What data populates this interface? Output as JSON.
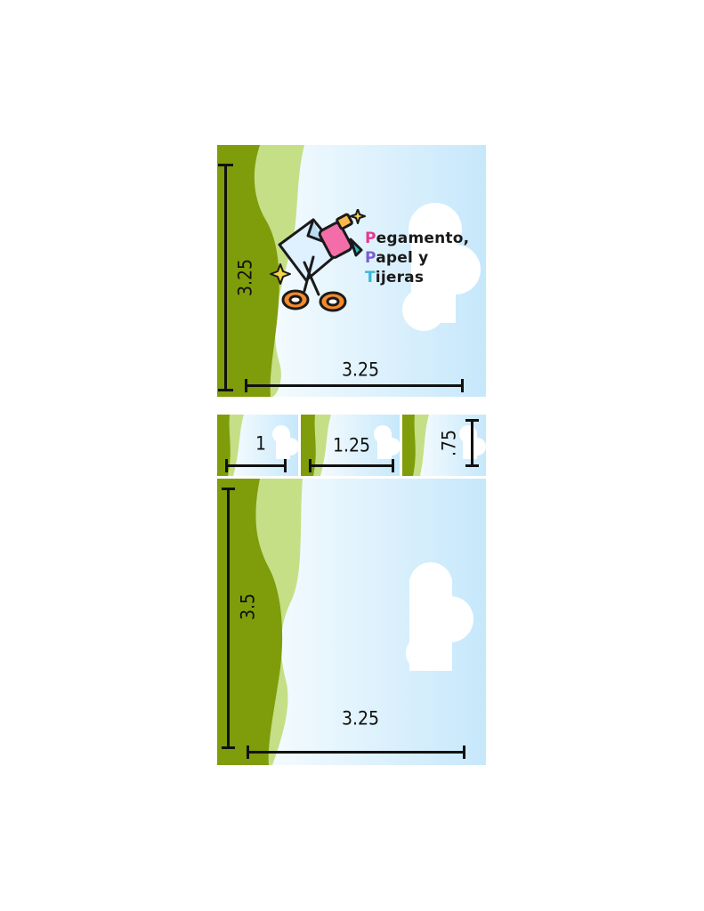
{
  "logo": {
    "line1": "Pegamento,",
    "line2": "Papel y",
    "line3": "Tijeras",
    "letter_colors": [
      "#e6398f",
      "#7b5cd6",
      "#37b7d8"
    ],
    "icons": [
      "glue-bottle-icon",
      "paper-icon",
      "scissors-icon",
      "sparkle-icon"
    ]
  },
  "colors": {
    "grass_dark": "#7f9c0a",
    "grass_light": "#c5df86",
    "sky_left": "#ffffff",
    "sky_right": "#c6e8fb",
    "cloud": "#ffffff"
  },
  "dimensions": {
    "top_height": "3.25",
    "top_width": "3.25",
    "small1_width": "1",
    "small2_width": "1.25",
    "small3_height": ".75",
    "bottom_height": "3.5",
    "bottom_width": "3.25"
  }
}
